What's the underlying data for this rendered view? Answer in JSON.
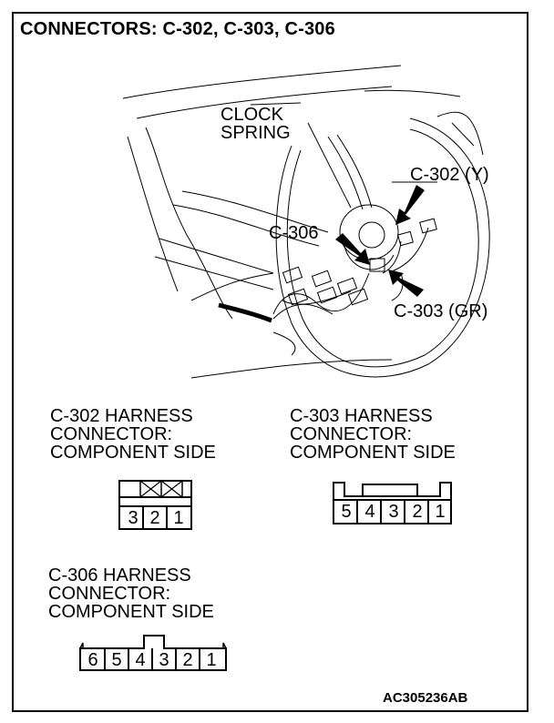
{
  "title": "CONNECTORS: C-302, C-303, C-306",
  "callouts": {
    "clock_spring": "CLOCK\nSPRING",
    "c302": "C-302 (Y)",
    "c306": "C-306",
    "c303": "C-303 (GR)"
  },
  "connectors": {
    "c302": {
      "header": "C-302 HARNESS\nCONNECTOR:\nCOMPONENT SIDE",
      "pins": [
        "3",
        "2",
        "1"
      ]
    },
    "c303": {
      "header": "C-303 HARNESS\nCONNECTOR:\nCOMPONENT SIDE",
      "pins": [
        "5",
        "4",
        "3",
        "2",
        "1"
      ]
    },
    "c306": {
      "header": "C-306 HARNESS\nCONNECTOR:\nCOMPONENT SIDE",
      "pins": [
        "6",
        "5",
        "4",
        "3",
        "2",
        "1"
      ]
    }
  },
  "figure_code": "AC305236AB"
}
